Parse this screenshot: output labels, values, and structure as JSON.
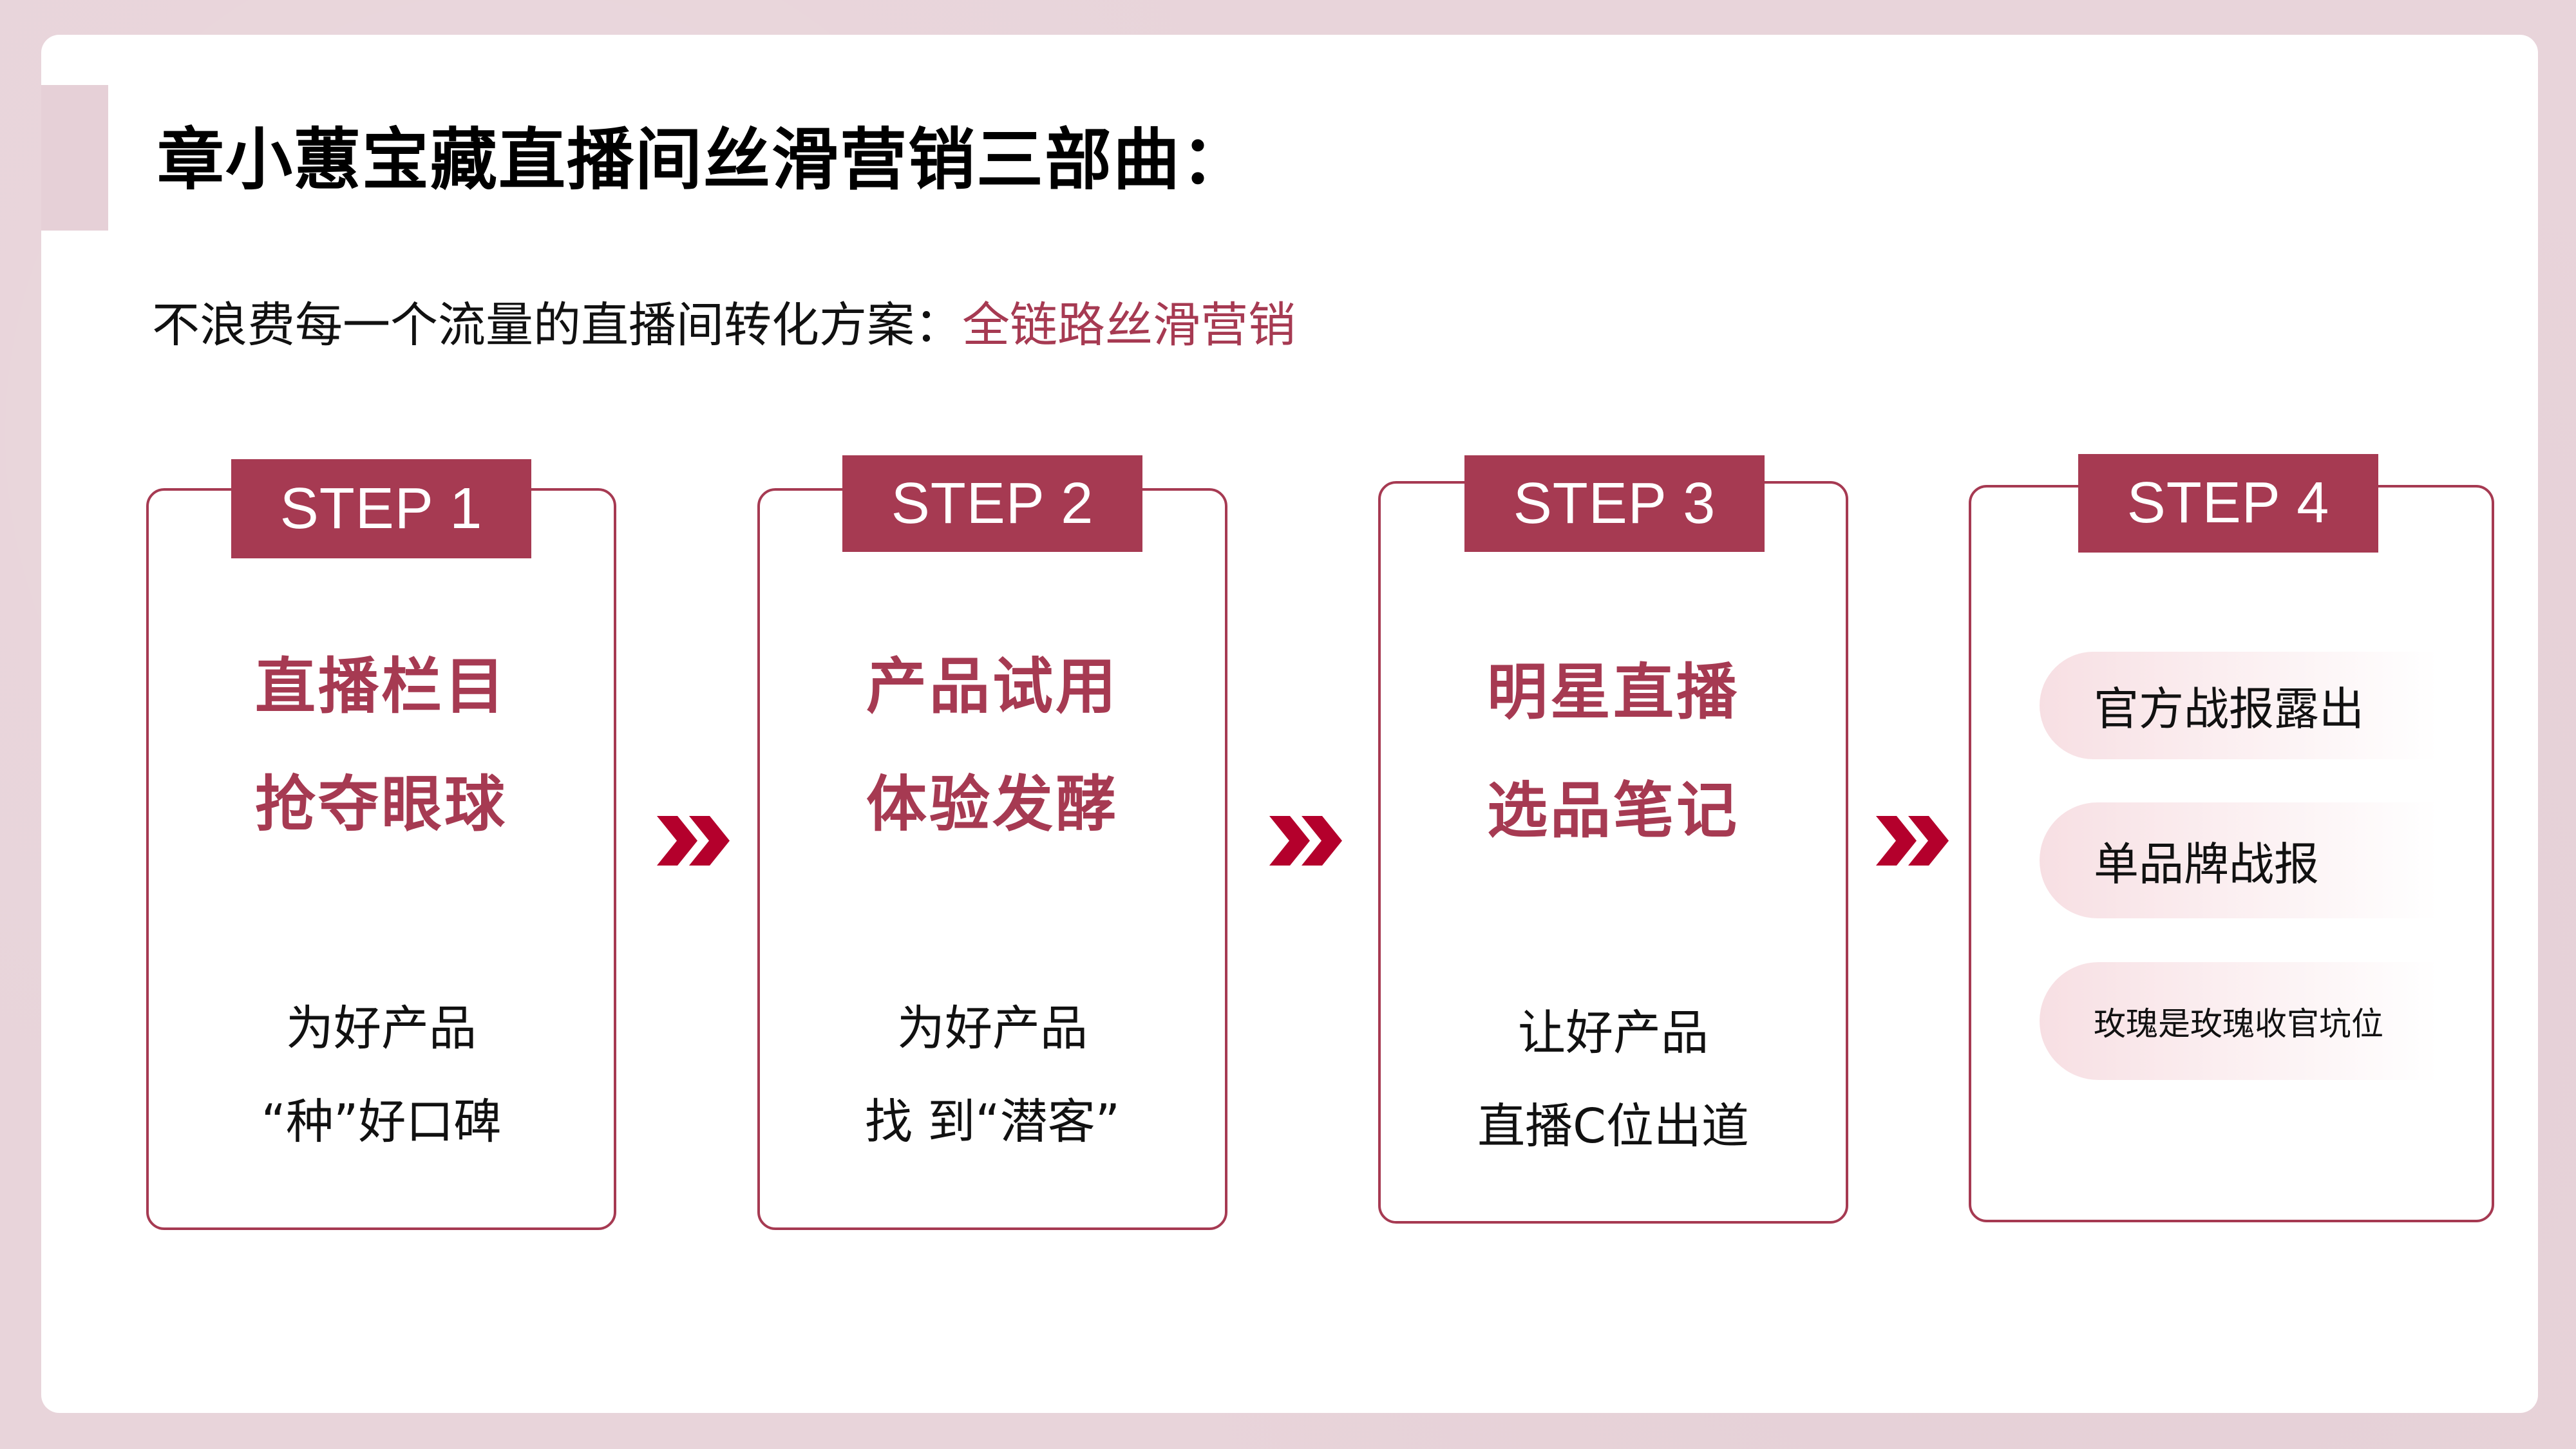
{
  "header": {
    "title": "章小蕙宝藏直播间丝滑营销三部曲：",
    "subtitle_prefix": "不浪费每一个流量的直播间转化方案：",
    "subtitle_highlight": "全链路丝滑营销"
  },
  "colors": {
    "background": "#e8d4da",
    "accent_bar": "#e6d0d7",
    "brand": "#a63a52",
    "arrow": "#b4002c",
    "pill_start": "#f7dfe3"
  },
  "steps": [
    {
      "tag": "STEP 1",
      "heading": [
        "直播栏目",
        "抢夺眼球"
      ],
      "body": [
        "为好产品",
        "“种”好口碑"
      ]
    },
    {
      "tag": "STEP 2",
      "heading": [
        "产品试用",
        "体验发酵"
      ],
      "body": [
        "为好产品",
        "找 到“潜客”"
      ]
    },
    {
      "tag": "STEP 3",
      "heading": [
        "明星直播",
        "选品笔记"
      ],
      "body": [
        "让好产品",
        "直播C位出道"
      ]
    },
    {
      "tag": "STEP 4",
      "items": [
        "官方战报露出",
        "单品牌战报",
        "玫瑰是玫瑰收官坑位"
      ]
    }
  ],
  "arrows": [
    {
      "icon": "double-chevron-right-icon"
    },
    {
      "icon": "double-chevron-right-icon"
    },
    {
      "icon": "double-chevron-right-icon"
    }
  ]
}
